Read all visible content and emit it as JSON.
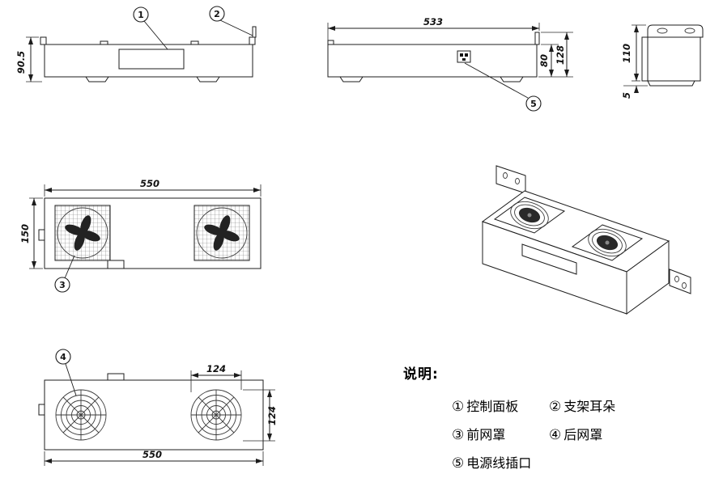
{
  "callouts": {
    "c1": "1",
    "c2": "2",
    "c3": "3",
    "c4": "4",
    "c5": "5"
  },
  "dimensions": {
    "front_height": "90.5",
    "rear_width": "533",
    "rear_body_height": "80",
    "rear_total_height": "128",
    "side_height": "110",
    "side_foot": "5",
    "top_width": "550",
    "top_depth": "150",
    "fan_spacing_h": "124",
    "fan_spacing_v": "124",
    "bottom_width": "550"
  },
  "legend": {
    "title": "说明:",
    "items": [
      {
        "num": "①",
        "label": "控制面板"
      },
      {
        "num": "②",
        "label": "支架耳朵"
      },
      {
        "num": "③",
        "label": "前网罩"
      },
      {
        "num": "④",
        "label": "后网罩"
      },
      {
        "num": "⑤",
        "label": "电源线插口"
      }
    ]
  }
}
